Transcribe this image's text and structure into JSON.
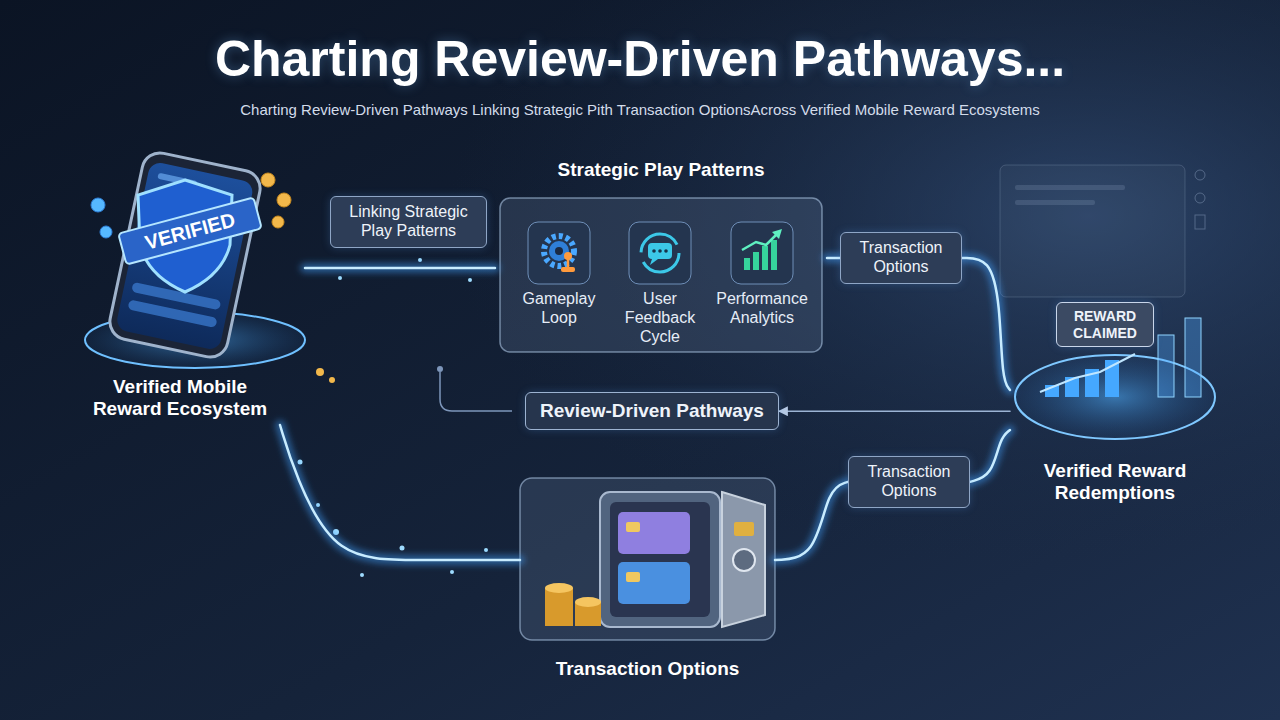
{
  "diagram": {
    "title": "Charting Review-Driven Pathways...",
    "nodes": [
      {
        "text": [
          "Verified Mobile Reward Ecosystem"
        ]
      },
      {
        "text": [
          "Linking Strategic Play Patterns"
        ]
      },
      {
        "text": [
          "Strategic Play Patterns"
        ]
      },
      {
        "text": [
          "Gameplay Loop"
        ],
        "in": 2
      },
      {
        "text": [
          "User Feedback Cycle"
        ],
        "in": 2
      },
      {
        "text": [
          "Performance Analytics"
        ],
        "in": 2
      },
      {
        "text": [
          "Transaction Options"
        ]
      },
      {
        "text": [
          "Review-Driven Pathways"
        ]
      },
      {
        "text": [
          "Transaction Options"
        ]
      },
      {
        "text": [
          "Transaction Options"
        ]
      },
      {
        "text": [
          "REWARD CLAIMED"
        ]
      },
      {
        "text": [
          "Verified Reward Redemptions"
        ]
      }
    ],
    "edges": [
      {
        "from": 0,
        "to": 2,
        "arrow": "none"
      },
      {
        "from": 2,
        "to": 6,
        "arrow": "none"
      },
      {
        "from": 6,
        "to": 11,
        "arrow": "none"
      },
      {
        "from": 0,
        "to": 8,
        "arrow": "none"
      },
      {
        "from": 8,
        "to": 9,
        "arrow": "none"
      },
      {
        "from": 9,
        "to": 11,
        "arrow": "none"
      },
      {
        "from": 11,
        "to": 7,
        "arrow": "to"
      }
    ],
    "labels": [
      "Charting Review-Driven Pathways Linking Strategic Pith Transaction OptionsAcross Verified Mobile Reward Ecosystems",
      "VERIFIED"
    ]
  }
}
